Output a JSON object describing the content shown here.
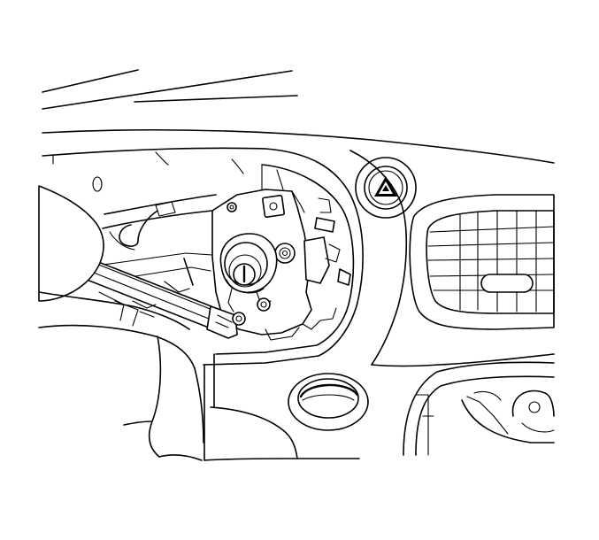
{
  "colors": {
    "line": "#000000",
    "background": "#ffffff"
  },
  "parts": {
    "windshield": "windshield-lines",
    "dash_top": "dashboard-top-edge",
    "hazard": "hazard-switch-icon",
    "vent": "air-vent-grille",
    "lock_cylinder": "ignition-lock-cylinder",
    "bracket": "lock-housing-bracket",
    "opening": "instrument-panel-opening",
    "tool": "removal-tool",
    "knob": "round-knob",
    "lower_console": "lower-console-cutout",
    "steering_column": "steering-column-shroud"
  }
}
